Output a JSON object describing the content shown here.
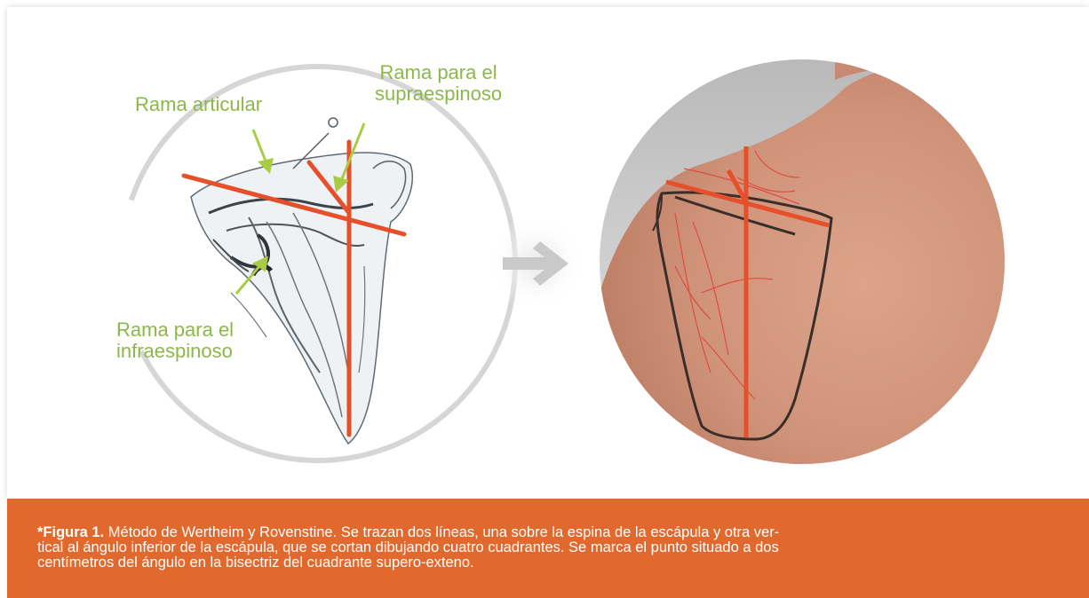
{
  "labels": {
    "articular": "Rama articular",
    "supra_line1": "Rama para el",
    "supra_line2": "supraespinoso",
    "infra_line1": "Rama para el",
    "infra_line2": "infraespinoso"
  },
  "caption": {
    "lead": "*Figura 1.",
    "line1": " Método de Wertheim y Rovenstine. Se trazan dos líneas, una sobre la espina de la escápula y otra ver-",
    "line2": "tical al ángulo inferior de la escápula, que se cortan dibujando cuatro cuadrantes. Se marca el punto situado a dos",
    "line3": "centímetros del ángulo en la bisectriz del cuadrante supero-exteno."
  },
  "colors": {
    "accent_orange": "#e2692e",
    "label_green": "#8cb848",
    "marker_red": "#e5502a",
    "ring_gray": "#d6d6d6",
    "arrow_gray": "#c9c9c9",
    "skin": "#d29a82"
  },
  "icons": {
    "transition_arrow": "right-arrow-icon"
  }
}
